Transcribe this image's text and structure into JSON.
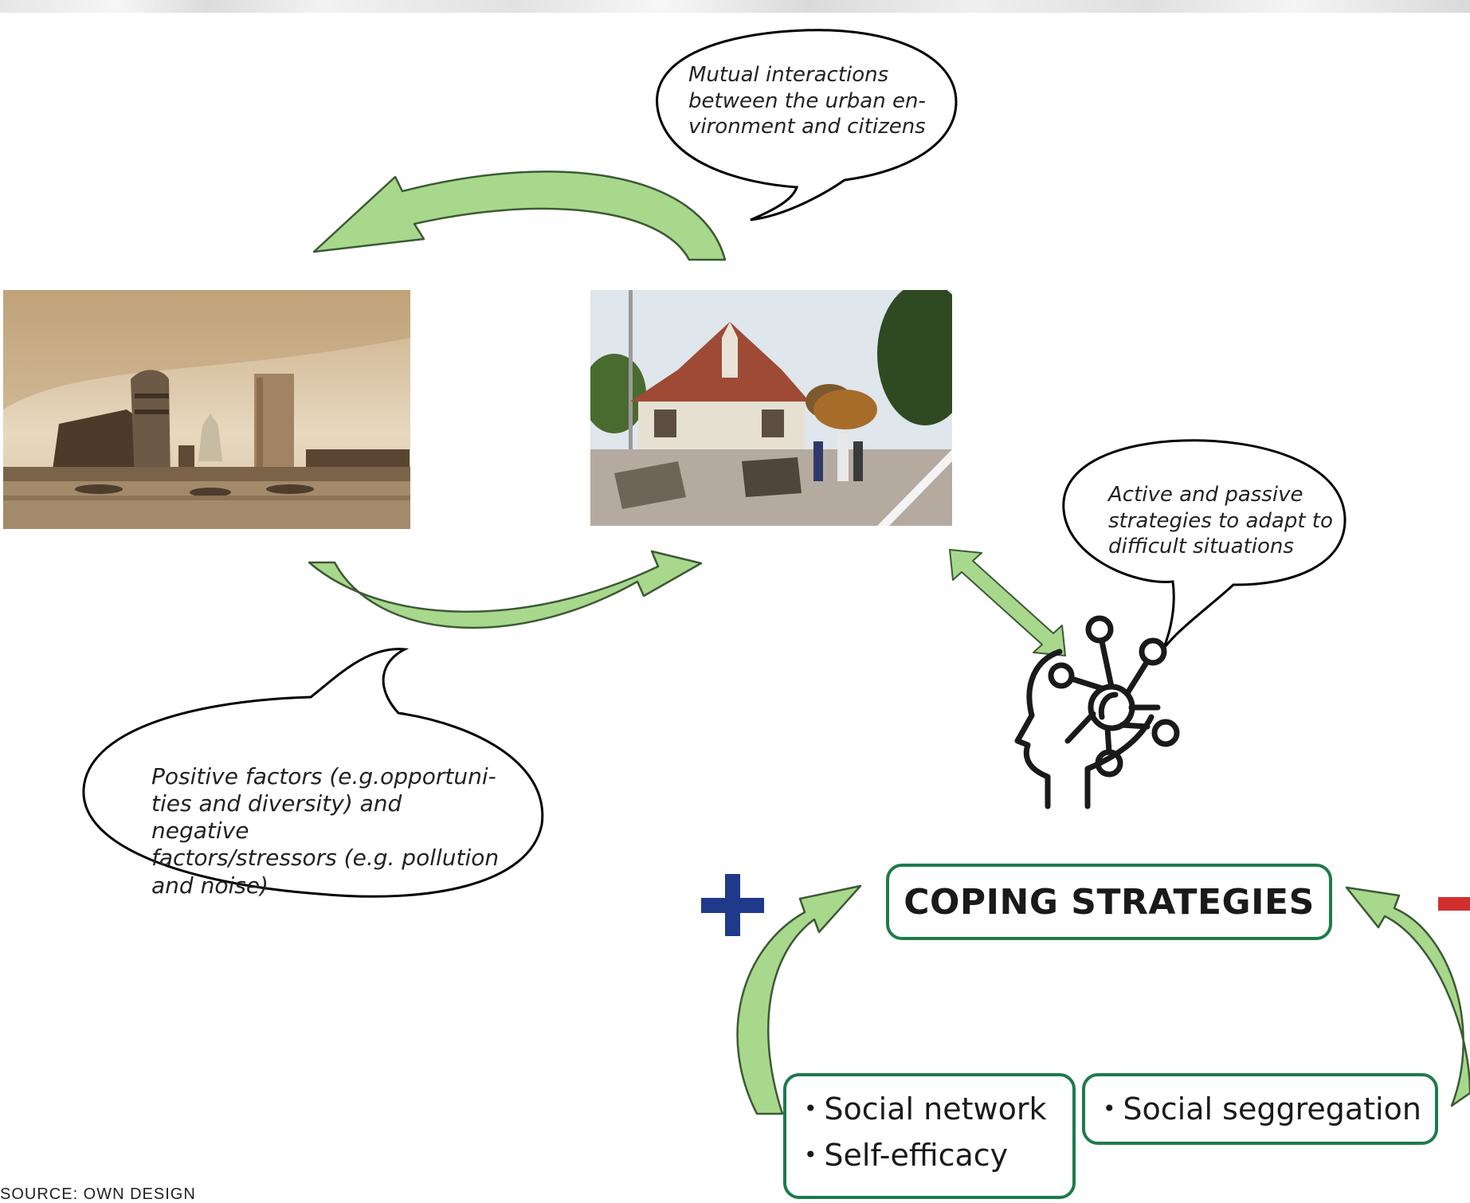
{
  "bubbles": {
    "interactions": [
      "Mutual interactions",
      "between the urban en-",
      "vironment and citizens"
    ],
    "strategies": [
      "Active and passive",
      "strategies to adapt to",
      "difficult situations"
    ],
    "factors": [
      "Positive factors (e.g.opportuni-",
      "ties and diversity) and negative",
      "factors/stressors (e.g. pollution",
      "and noise)"
    ]
  },
  "coping": {
    "title": "COPING STRATEGIES",
    "positive_sign": "+",
    "negative_sign": "-",
    "positive_items": [
      "Social network",
      "Self-efficacy"
    ],
    "negative_items": [
      "Social seggregation"
    ]
  },
  "source": "SOURCE: OWN DESIGN",
  "colors": {
    "arrow_fill": "#a8d88c",
    "arrow_stroke": "#3c5a35",
    "box_border": "#1e7a4c",
    "plus": "#1f3a8a",
    "minus": "#d32f2f"
  },
  "icons": {
    "head": "head-network-icon",
    "photo_left": "city-skyline-photo",
    "photo_right": "street-scene-photo"
  }
}
